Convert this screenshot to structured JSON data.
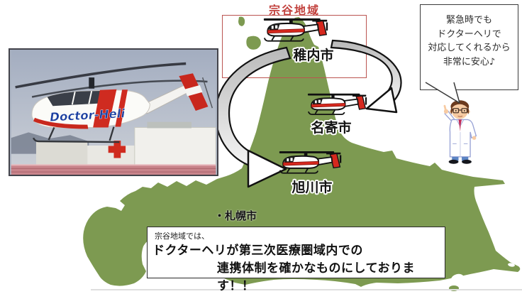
{
  "title": {
    "text": "宗谷地域"
  },
  "map": {
    "cities": [
      {
        "id": "wakkanai",
        "label": "稚内市"
      },
      {
        "id": "nayoro",
        "label": "名寄市"
      },
      {
        "id": "asahikawa",
        "label": "旭川市"
      }
    ],
    "reference_city": {
      "label": "・札幌市"
    }
  },
  "photo": {
    "helicopter_text": "Doctor-Heli"
  },
  "speech_bubble": {
    "lines": [
      "緊急時でも",
      "ドクターヘリで",
      "対応してくれるから",
      "非常に安心♪"
    ]
  },
  "caption_box": {
    "line1": "宗谷地域では、",
    "line2": "ドクターヘリが第三次医療圏域内での",
    "line3": "連携体制を確かなものにしております！！"
  },
  "colors": {
    "map_green": "#7d9a51",
    "region_red": "#bb5450",
    "title_red": "#c2423e",
    "heli_red": "#d6281e",
    "arrow_grey": "#bdbdbd",
    "tie_red": "#c22a57"
  }
}
